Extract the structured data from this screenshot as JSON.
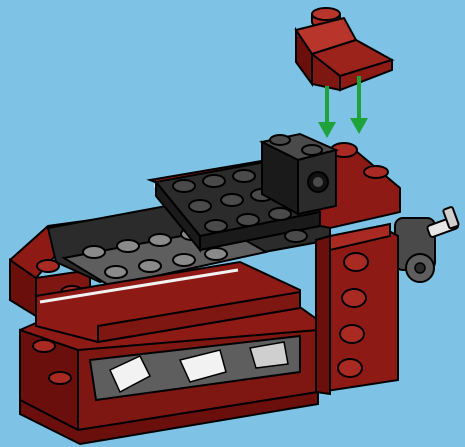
{
  "scene": {
    "description_label": "",
    "colors": {
      "background": "#7EC3E6",
      "brick_red": "#8E1A16",
      "brick_red_light": "#A82A22",
      "brick_red_dark": "#6A0F0C",
      "brick_black": "#2B2B2B",
      "brick_black_light": "#4A4A4A",
      "brick_grey": "#5E5E5E",
      "brick_grey_light": "#8A8A8A",
      "arrow_green": "#1FA23A",
      "outline": "#000000",
      "highlight_white": "#F2F2F2"
    },
    "parts": {
      "new_part": "red-slope-brick",
      "arrows": [
        "down-arrow-left",
        "down-arrow-right"
      ],
      "model": "red-vehicle-assembly"
    }
  }
}
